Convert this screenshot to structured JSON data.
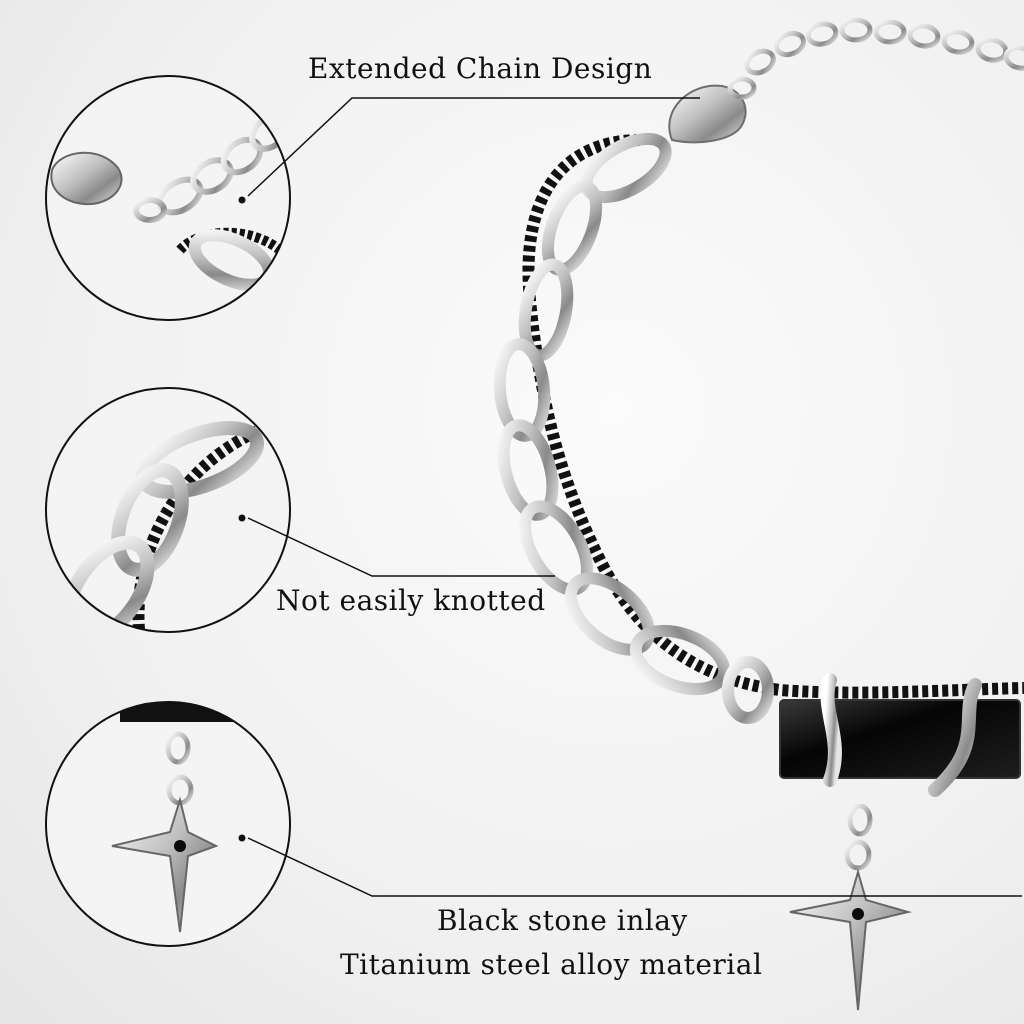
{
  "callouts": [
    {
      "id": "extended-chain",
      "text": "Extended Chain Design"
    },
    {
      "id": "not-knotted",
      "text": "Not easily knotted"
    },
    {
      "id": "black-stone",
      "text": "Black stone inlay"
    },
    {
      "id": "material",
      "text": "Titanium steel alloy material"
    }
  ],
  "colors": {
    "background": "#f1f1f1",
    "silver": "#c9c9c9",
    "silver_dark": "#7d7d7d",
    "black_chain": "#1a1a1a",
    "stone": "#0b0b0b",
    "line": "#111111"
  }
}
